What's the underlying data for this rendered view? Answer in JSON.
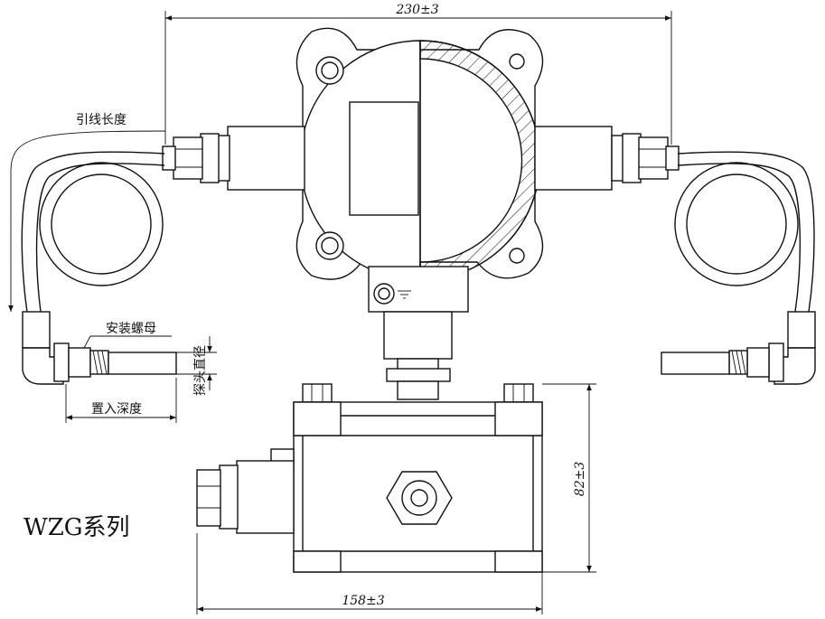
{
  "dimensions": {
    "overall_width": "230±3",
    "height": "82±3",
    "base_width": "158±3"
  },
  "labels": {
    "lead_length": "引线长度",
    "mounting_nut": "安装螺母",
    "probe_diameter": "探头直径",
    "insertion_depth": "置入深度"
  },
  "series_name": "WZG系列"
}
